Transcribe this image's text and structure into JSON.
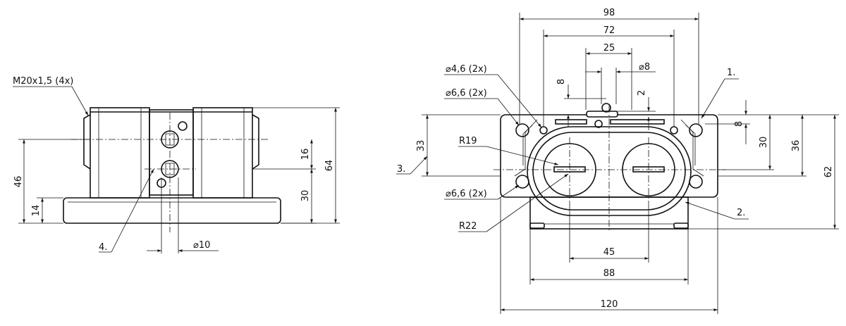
{
  "left_view": {
    "thread_callout": "M20x1,5 (4x)",
    "item_4": "4.",
    "dim_46": "46",
    "dim_14": "14",
    "dim_16": "16",
    "dim_30": "30",
    "dim_64": "64",
    "dim_dia10": "⌀10"
  },
  "right_view": {
    "dim_98": "98",
    "dim_72": "72",
    "dim_25": "25",
    "dim_dia8": "⌀8",
    "dim_8_top": "8",
    "dim_2": "2",
    "dim_8_right": "8",
    "dim_33": "33",
    "dim_30": "30",
    "dim_36": "36",
    "dim_62": "62",
    "dim_45": "45",
    "dim_88": "88",
    "dim_120": "120",
    "hole_46": "⌀4,6 (2x)",
    "hole_66_top": "⌀6,6 (2x)",
    "hole_66_bottom": "⌀6,6 (2x)",
    "radius_19": "R19",
    "radius_22": "R22",
    "item_1": "1.",
    "item_2": "2.",
    "item_3": "3."
  }
}
